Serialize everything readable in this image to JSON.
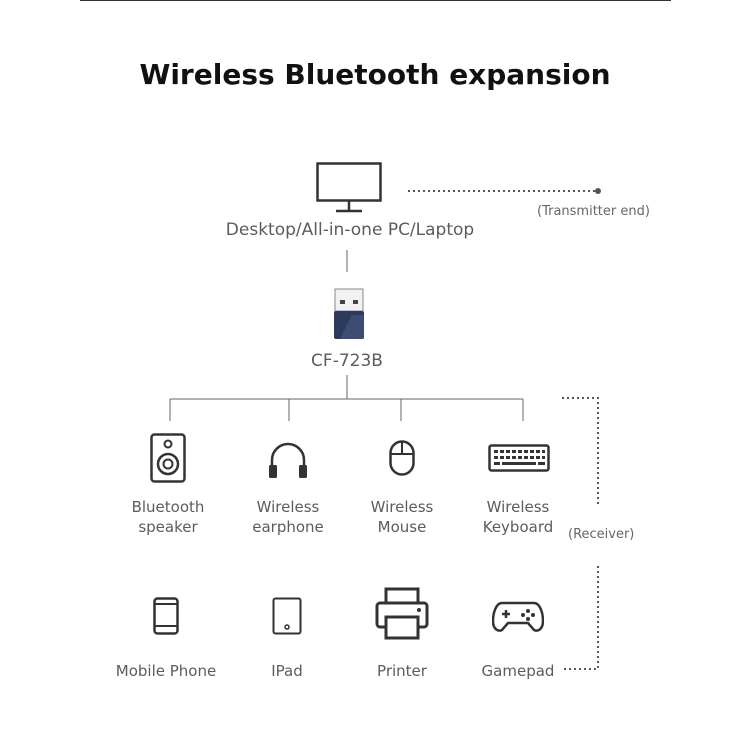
{
  "title": "Wireless Bluetooth expansion",
  "host": {
    "label": "Desktop/All-in-one PC/Laptop",
    "icon": "monitor-icon"
  },
  "transmitter_note": "(Transmitter end)",
  "adapter": {
    "label": "CF-723B",
    "icon": "usb-dongle-icon"
  },
  "receiver_note": "(Receiver)",
  "devices_row1": [
    {
      "line1": "Bluetooth",
      "line2": "speaker",
      "icon": "speaker-icon"
    },
    {
      "line1": "Wireless",
      "line2": "earphone",
      "icon": "headphones-icon"
    },
    {
      "line1": "Wireless",
      "line2": "Mouse",
      "icon": "mouse-icon"
    },
    {
      "line1": "Wireless",
      "line2": "Keyboard",
      "icon": "keyboard-icon"
    }
  ],
  "devices_row2": [
    {
      "label": "Mobile Phone",
      "icon": "phone-icon"
    },
    {
      "label": "IPad",
      "icon": "tablet-icon"
    },
    {
      "label": "Printer",
      "icon": "printer-icon"
    },
    {
      "label": "Gamepad",
      "icon": "gamepad-icon"
    }
  ],
  "colors": {
    "line": "#555555",
    "text": "#5c5c5c",
    "title": "#111111",
    "dongle": "#2c3a5c"
  }
}
